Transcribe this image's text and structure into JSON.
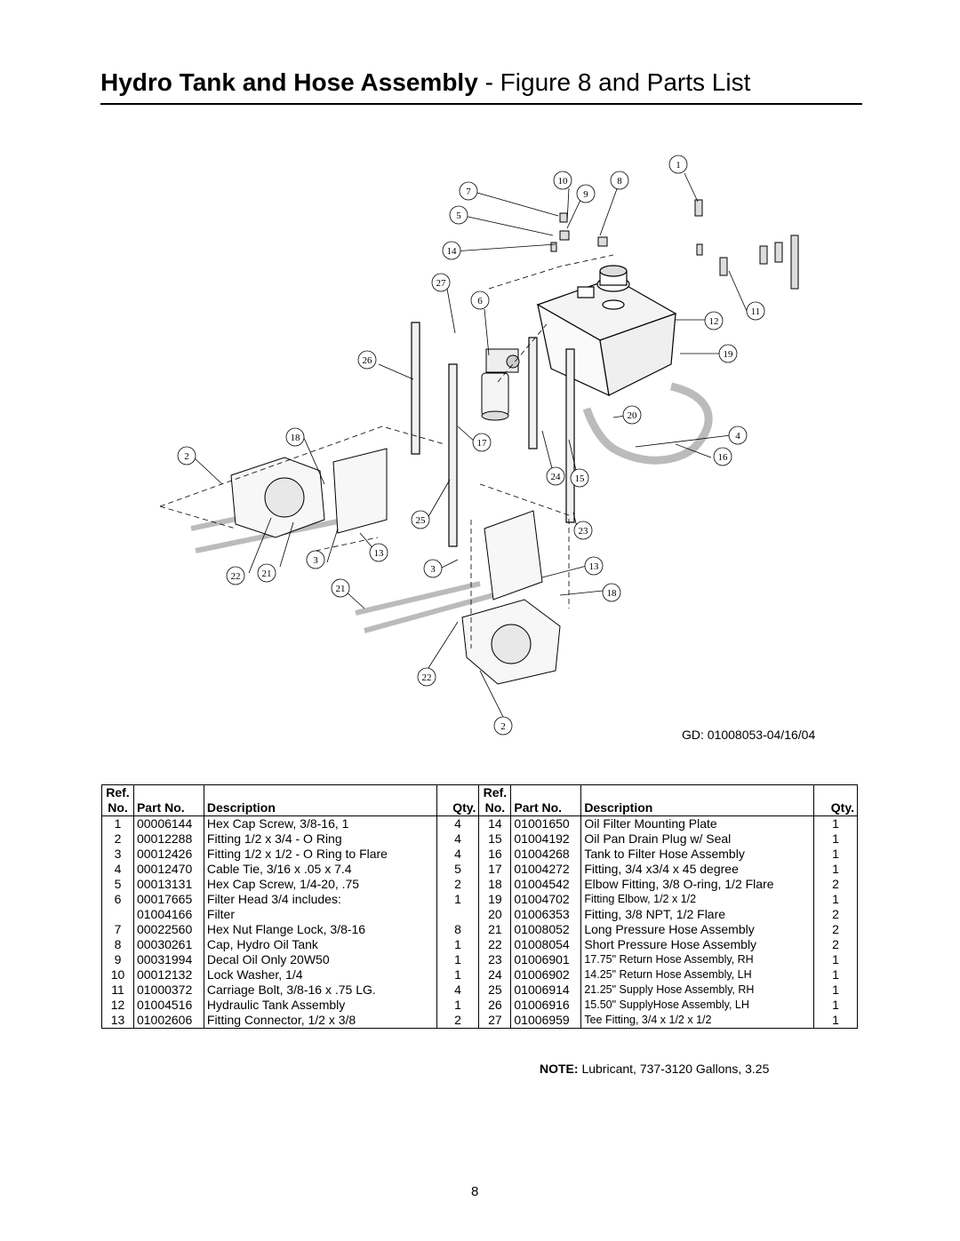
{
  "title": {
    "bold": "Hydro Tank and Hose Assembly",
    "rest": " - Figure 8 and Parts List"
  },
  "diagram": {
    "callouts": [
      "1",
      "10",
      "8",
      "7",
      "9",
      "5",
      "14",
      "27",
      "6",
      "11",
      "12",
      "19",
      "26",
      "20",
      "18",
      "4",
      "2",
      "17",
      "16",
      "24",
      "15",
      "25",
      "23",
      "13",
      "3",
      "22",
      "21",
      "3",
      "13",
      "21",
      "18",
      "22",
      "2"
    ],
    "gd_code": "GD: 01008053-04/16/04"
  },
  "table": {
    "headers": {
      "ref": "Ref.",
      "no": "No.",
      "part_no": "Part No.",
      "description": "Description",
      "qty": "Qty."
    },
    "left_rows": [
      [
        "1",
        "00006144",
        "Hex Cap Screw, 3/8-16, 1",
        "4"
      ],
      [
        "2",
        "00012288",
        "Fitting 1/2 x 3/4 - O Ring",
        "4"
      ],
      [
        "3",
        "00012426",
        "Fitting 1/2 x 1/2 - O Ring to Flare",
        "4"
      ],
      [
        "4",
        "00012470",
        "Cable Tie, 3/16 x .05 x 7.4",
        "5"
      ],
      [
        "5",
        "00013131",
        "Hex Cap Screw, 1/4-20, .75",
        "2"
      ],
      [
        "6",
        "00017665",
        "Filter Head 3/4 includes:",
        "1"
      ],
      [
        "",
        "01004166",
        "Filter",
        ""
      ],
      [
        "7",
        "00022560",
        "Hex Nut Flange Lock, 3/8-16",
        "8"
      ],
      [
        "8",
        "00030261",
        "Cap, Hydro Oil Tank",
        "1"
      ],
      [
        "9",
        "00031994",
        "Decal Oil Only 20W50",
        "1"
      ],
      [
        "10",
        "00012132",
        "Lock Washer, 1/4",
        "1"
      ],
      [
        "11",
        "01000372",
        "Carriage Bolt, 3/8-16 x .75 LG.",
        "4"
      ],
      [
        "12",
        "01004516",
        "Hydraulic Tank Assembly",
        "1"
      ],
      [
        "13",
        "01002606",
        "Fitting Connector, 1/2 x 3/8",
        "2"
      ]
    ],
    "right_rows": [
      [
        "14",
        "01001650",
        "Oil Filter Mounting Plate",
        "1"
      ],
      [
        "15",
        "01004192",
        "Oil Pan Drain Plug w/ Seal",
        "1"
      ],
      [
        "16",
        "01004268",
        "Tank to Filter Hose Assembly",
        "1"
      ],
      [
        "17",
        "01004272",
        "Fitting, 3/4 x3/4 x 45 degree",
        "1"
      ],
      [
        "18",
        "01004542",
        "Elbow Fitting, 3/8 O-ring, 1/2 Flare",
        "2"
      ],
      [
        "19",
        "01004702",
        "Fitting Elbow, 1/2 x 1/2",
        "1"
      ],
      [
        "20",
        "01006353",
        "Fitting, 3/8 NPT, 1/2 Flare",
        "2"
      ],
      [
        "21",
        "01008052",
        "Long Pressure Hose Assembly",
        "2"
      ],
      [
        "22",
        "01008054",
        "Short Pressure Hose Assembly",
        "2"
      ],
      [
        "23",
        "01006901",
        "17.75\" Return Hose Assembly, RH",
        "1"
      ],
      [
        "24",
        "01006902",
        "14.25\" Return Hose Assembly, LH",
        "1"
      ],
      [
        "25",
        "01006914",
        "21.25\" Supply Hose Assembly, RH",
        "1"
      ],
      [
        "26",
        "01006916",
        "15.50\" SupplyHose Assembly, LH",
        "1"
      ],
      [
        "27",
        "01006959",
        "Tee Fitting, 3/4 x 1/2 x 1/2",
        "1"
      ]
    ]
  },
  "note": {
    "label": "NOTE:",
    "text": " Lubricant, 737-3120 Gallons, 3.25"
  },
  "page_number": "8"
}
